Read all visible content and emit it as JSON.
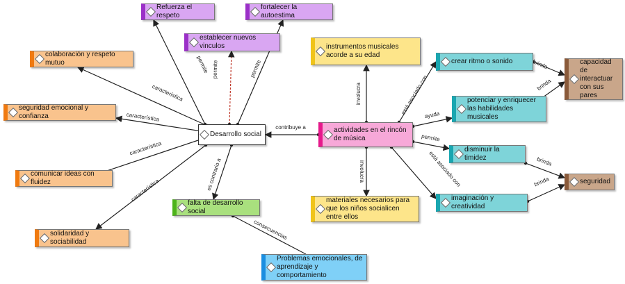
{
  "nodes": {
    "central": {
      "label": "Desarrollo social",
      "color": "#ffffff",
      "accent": "#ffffff"
    },
    "activities": {
      "label": "actividades en el rincón de música",
      "color": "#f7a8d8",
      "accent": "#e6198b"
    },
    "respect": {
      "label": "Refuerza el respeto",
      "color": "#d9a6f2",
      "accent": "#9b30c8"
    },
    "selfesteem": {
      "label": "fortalecer la autoestima",
      "color": "#d9a6f2",
      "accent": "#9b30c8"
    },
    "bonds": {
      "label": "establecer nuevos vinculos",
      "color": "#d9a6f2",
      "accent": "#9b30c8"
    },
    "collab": {
      "label": "colaboración y respeto mutuo",
      "color": "#f9c38d",
      "accent": "#f07a10"
    },
    "security_emo": {
      "label": "seguridad emocional y confianza",
      "color": "#f9c38d",
      "accent": "#f07a10"
    },
    "communicate": {
      "label": "comunicar ideas con fluidez",
      "color": "#f9c38d",
      "accent": "#f07a10"
    },
    "solidarity": {
      "label": "solidaridad y  sociabilidad",
      "color": "#f9c38d",
      "accent": "#f07a10"
    },
    "lack": {
      "label": "falta de desarrollo social",
      "color": "#a9e07e",
      "accent": "#4db31a"
    },
    "problems": {
      "label": "Problemas emocionales, de aprendizaje y comportamiento",
      "color": "#7fd0f7",
      "accent": "#1a8ee0"
    },
    "instruments": {
      "label": "instrumentos musicales acorde a su edad",
      "color": "#fde58a",
      "accent": "#f0c419"
    },
    "materials": {
      "label": "materiales necesarios para que los niños socialicen entre ellos",
      "color": "#fde58a",
      "accent": "#f0c419"
    },
    "rhythm": {
      "label": "crear ritmo o sonido",
      "color": "#7ed4d9",
      "accent": "#1aa6b0"
    },
    "skills": {
      "label": "potenciar y enriquecer las habilidades musicales",
      "color": "#7ed4d9",
      "accent": "#1aa6b0"
    },
    "shyness": {
      "label": "disminuir la timidez",
      "color": "#7ed4d9",
      "accent": "#1aa6b0"
    },
    "imagination": {
      "label": "imaginación y creatividad",
      "color": "#7ed4d9",
      "accent": "#1aa6b0"
    },
    "interact": {
      "label": "capacidad de interactuar con sus pares",
      "color": "#c9a68a",
      "accent": "#8a5a3a"
    },
    "security": {
      "label": "seguridad",
      "color": "#c9a68a",
      "accent": "#8a5a3a"
    }
  },
  "edges": [
    {
      "from": "central",
      "to": "respect",
      "label": "permite"
    },
    {
      "from": "central",
      "to": "bonds",
      "label": "permite"
    },
    {
      "from": "central",
      "to": "selfesteem",
      "label": "permite"
    },
    {
      "from": "central",
      "to": "collab",
      "label": "característica"
    },
    {
      "from": "central",
      "to": "security_emo",
      "label": "característica"
    },
    {
      "from": "central",
      "to": "communicate",
      "label": "característica"
    },
    {
      "from": "central",
      "to": "solidarity",
      "label": "característica"
    },
    {
      "from": "central",
      "to": "lack",
      "label": "es contrario a"
    },
    {
      "from": "lack",
      "to": "problems",
      "label": "consecuencias"
    },
    {
      "from": "activities",
      "to": "central",
      "label": "contribuye a"
    },
    {
      "from": "activities",
      "to": "instruments",
      "label": "involucra"
    },
    {
      "from": "activities",
      "to": "materials",
      "label": "involucra"
    },
    {
      "from": "activities",
      "to": "rhythm",
      "label": "está asociado con"
    },
    {
      "from": "activities",
      "to": "skills",
      "label": "ayuda"
    },
    {
      "from": "activities",
      "to": "shyness",
      "label": "permite"
    },
    {
      "from": "activities",
      "to": "imagination",
      "label": "está asociado con"
    },
    {
      "from": "rhythm",
      "to": "interact",
      "label": "brinda"
    },
    {
      "from": "skills",
      "to": "interact",
      "label": "brinda"
    },
    {
      "from": "shyness",
      "to": "security",
      "label": "brinda"
    },
    {
      "from": "imagination",
      "to": "security",
      "label": "brinda"
    }
  ]
}
